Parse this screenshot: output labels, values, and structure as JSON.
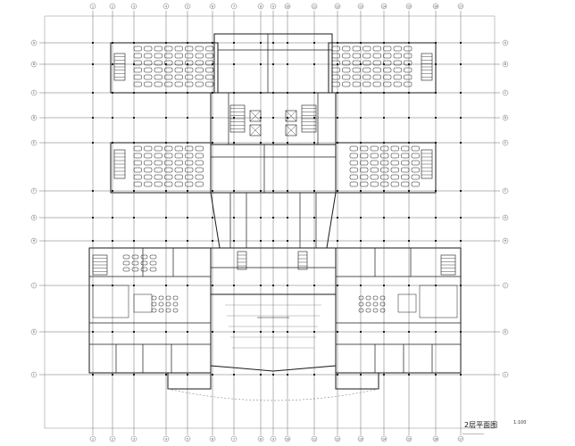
{
  "drawing": {
    "title": "2层平面图",
    "scale": "1:100"
  },
  "grid": {
    "columns": [
      "1",
      "2",
      "3",
      "4",
      "5",
      "6",
      "7",
      "8",
      "9",
      "10",
      "11",
      "12",
      "13",
      "14",
      "15",
      "16",
      "17"
    ],
    "rows": [
      "A",
      "B",
      "C",
      "D",
      "E",
      "F",
      "G",
      "H",
      "J",
      "K",
      "L"
    ]
  },
  "colors": {
    "line": "#1a1a1a",
    "grid": "#6b6b6b",
    "hatch": "#444444"
  }
}
